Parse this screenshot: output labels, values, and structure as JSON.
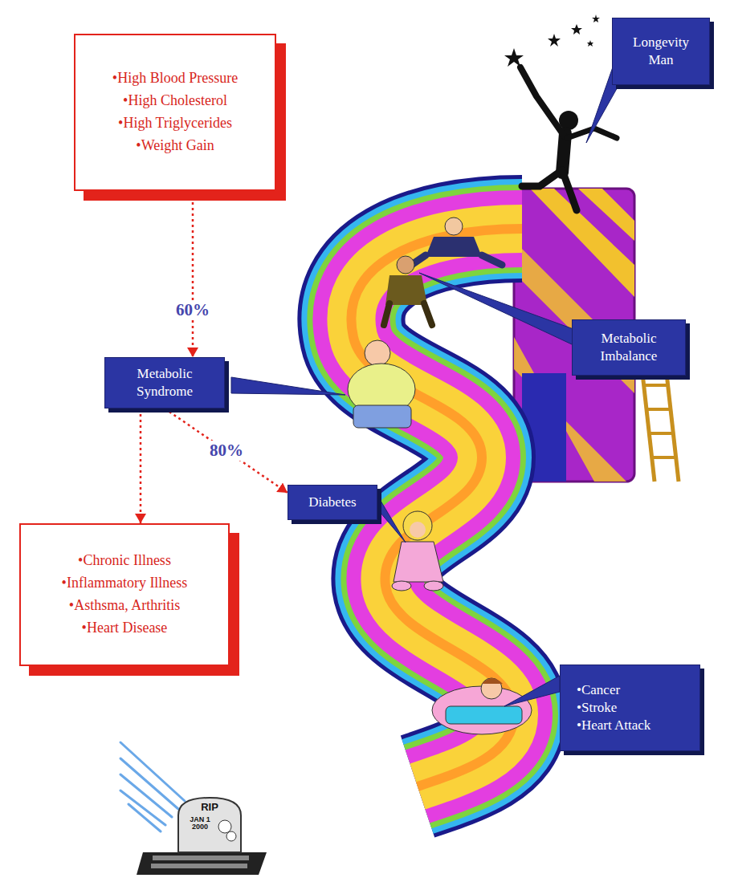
{
  "diagram": {
    "nodes": [
      {
        "text": [
          "Longevity Man"
        ]
      },
      {
        "text": [
          "•High Blood Pressure",
          "•High Cholesterol",
          "•High Triglycerides",
          "•Weight Gain"
        ]
      },
      {
        "text": [
          "Metabolic Imbalance"
        ]
      },
      {
        "text": [
          "Metabolic Syndrome"
        ]
      },
      {
        "text": [
          "Diabetes"
        ]
      },
      {
        "text": [
          "•Chronic Illness",
          "•Inflammatory Illness",
          "•Asthsma, Arthritis",
          "•Heart Disease"
        ]
      },
      {
        "text": [
          "•Cancer",
          "•Stroke",
          "•Heart Attack"
        ]
      }
    ],
    "edges": [
      {
        "from": 1,
        "to": 3,
        "arrow": "to",
        "label": "60%"
      },
      {
        "from": 3,
        "to": 5,
        "arrow": "to"
      },
      {
        "from": 3,
        "to": 4,
        "arrow": "to",
        "label": "80%"
      }
    ],
    "labels": [
      "RIP",
      "JAN 1 2000"
    ]
  }
}
